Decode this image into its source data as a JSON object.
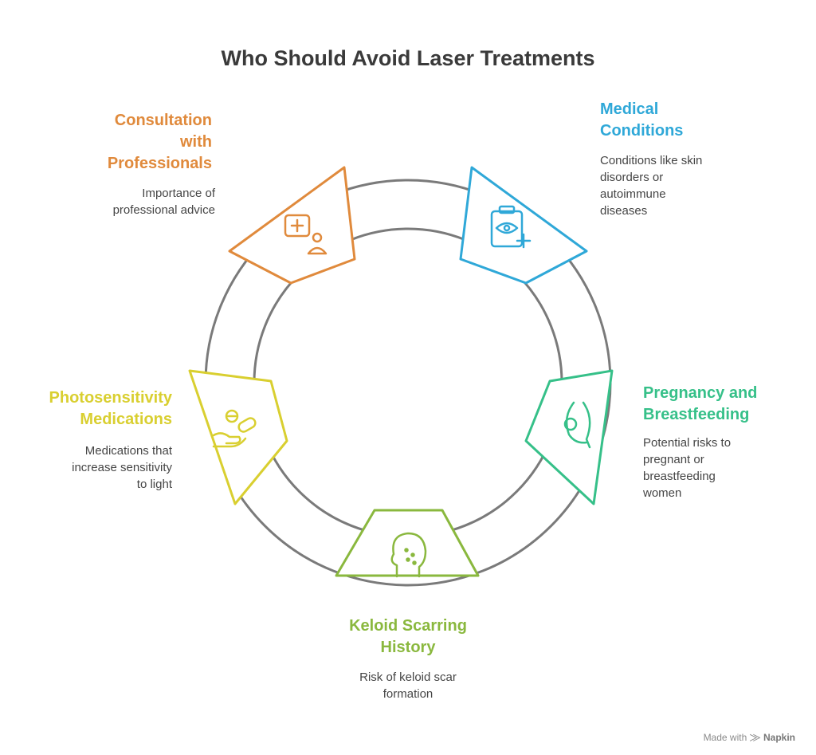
{
  "title": "Who Should Avoid Laser Treatments",
  "colors": {
    "ring": "#777777",
    "orange": "#e08a3c",
    "blue": "#2fa8d8",
    "green": "#36c089",
    "lime": "#8ab83e",
    "yellow": "#d9cf30"
  },
  "nodes": [
    {
      "id": "consultation",
      "heading_lines": [
        "Consultation",
        "with",
        "Professionals"
      ],
      "desc_lines": [
        "Importance of",
        "professional advice"
      ],
      "color": "#e08a3c",
      "icon": "doctor-consultation-icon"
    },
    {
      "id": "medical",
      "heading_lines": [
        "Medical",
        "Conditions"
      ],
      "desc_lines": [
        "Conditions like skin",
        "disorders or",
        "autoimmune",
        "diseases"
      ],
      "color": "#2fa8d8",
      "icon": "medical-clipboard-icon"
    },
    {
      "id": "pregnancy",
      "heading_lines": [
        "Pregnancy and",
        "Breastfeeding"
      ],
      "desc_lines": [
        "Potential risks to",
        "pregnant or",
        "breastfeeding",
        "women"
      ],
      "color": "#36c089",
      "icon": "pregnancy-icon"
    },
    {
      "id": "keloid",
      "heading_lines": [
        "Keloid Scarring",
        "History"
      ],
      "desc_lines": [
        "Risk of keloid scar",
        "formation"
      ],
      "color": "#8ab83e",
      "icon": "face-scar-icon"
    },
    {
      "id": "photosensitivity",
      "heading_lines": [
        "Photosensitivity",
        "Medications"
      ],
      "desc_lines": [
        "Medications that",
        "increase sensitivity",
        "to light"
      ],
      "color": "#d9cf30",
      "icon": "pill-hand-icon"
    }
  ],
  "footer": {
    "made_with": "Made with",
    "brand": "Napkin"
  }
}
